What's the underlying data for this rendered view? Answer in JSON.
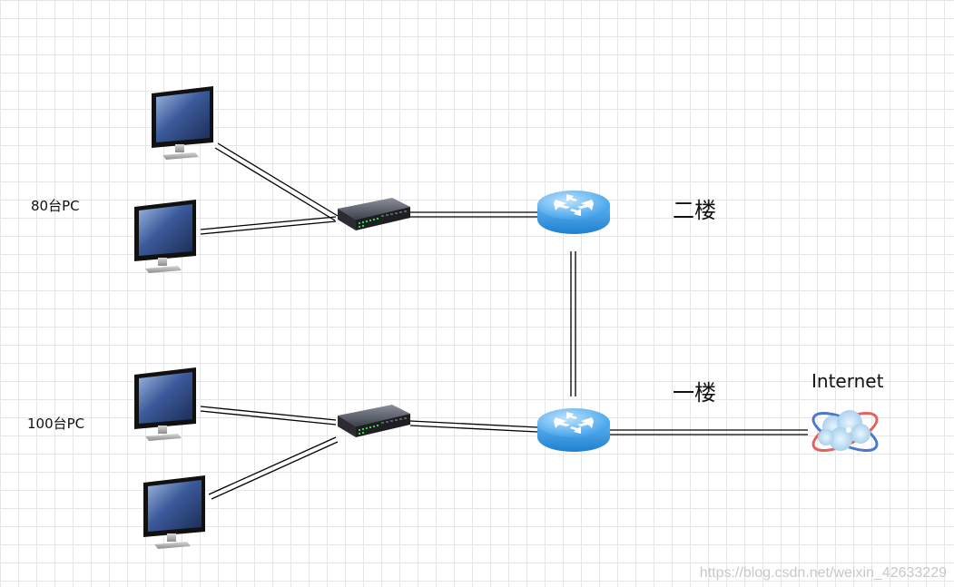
{
  "labels": {
    "floor2_pcs": "80台PC",
    "floor1_pcs": "100台PC",
    "floor2": "二楼",
    "floor1": "一楼",
    "internet": "Internet"
  },
  "watermark": "https://blog.csdn.net/weixin_42633229",
  "icons": {
    "pc": "desktop-monitor-icon",
    "switch": "network-switch-icon",
    "router": "router-icon",
    "internet": "internet-cloud-icon"
  },
  "colors": {
    "grid": "#e6e6e6",
    "link": "#000000",
    "router_blue": "#3a9ee8",
    "switch_body": "#2c2f36",
    "switch_led": "#3ad04a",
    "screen_blue": "#3b5a9a"
  }
}
